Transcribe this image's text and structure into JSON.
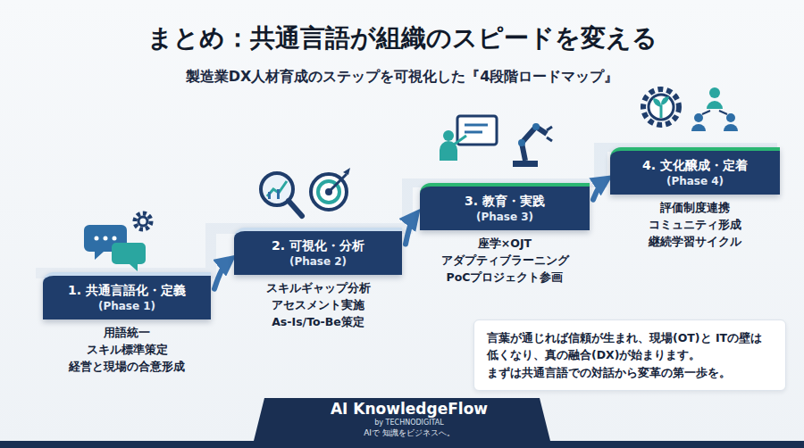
{
  "diagram": {
    "title": "まとめ：共通言語が組織のスピードを変える",
    "caption": "製造業DX人材育成のステップを可視化した『4段階ロードマップ』",
    "nodes": [
      {
        "text": [
          "1. 共通言語化・定義",
          "(Phase 1)",
          "用語統一",
          "スキル標準策定",
          "経営と現場の合意形成"
        ]
      },
      {
        "text": [
          "2. 可視化・分析",
          "(Phase 2)",
          "スキルギャップ分析",
          "アセスメント実施",
          "As-Is/To-Be策定"
        ]
      },
      {
        "text": [
          "3. 教育・実践",
          "(Phase 3)",
          "座学×OJT",
          "アダプティブラーニング",
          "PoCプロジェクト参画"
        ]
      },
      {
        "text": [
          "4. 文化醸成・定着",
          "(Phase 4)",
          "評価制度連携",
          "コミュニティ形成",
          "継続学習サイクル"
        ]
      },
      {
        "text": [
          "言葉が通じれば信頼が生まれ、現場(OT)と ITの壁は低くなり、真の融合(DX)が始まります。",
          "まずは共通言語での対話から変革の第一歩を。"
        ]
      },
      {
        "text": [
          "AI KnowledgeFlow",
          "by TECHNODIGITAL",
          "AIで 知識をビジネスへ。"
        ]
      }
    ],
    "edges": [
      {
        "from": 0,
        "to": 1,
        "arrow": "to"
      },
      {
        "from": 1,
        "to": 2,
        "arrow": "to"
      },
      {
        "from": 2,
        "to": 3,
        "arrow": "to"
      }
    ]
  }
}
